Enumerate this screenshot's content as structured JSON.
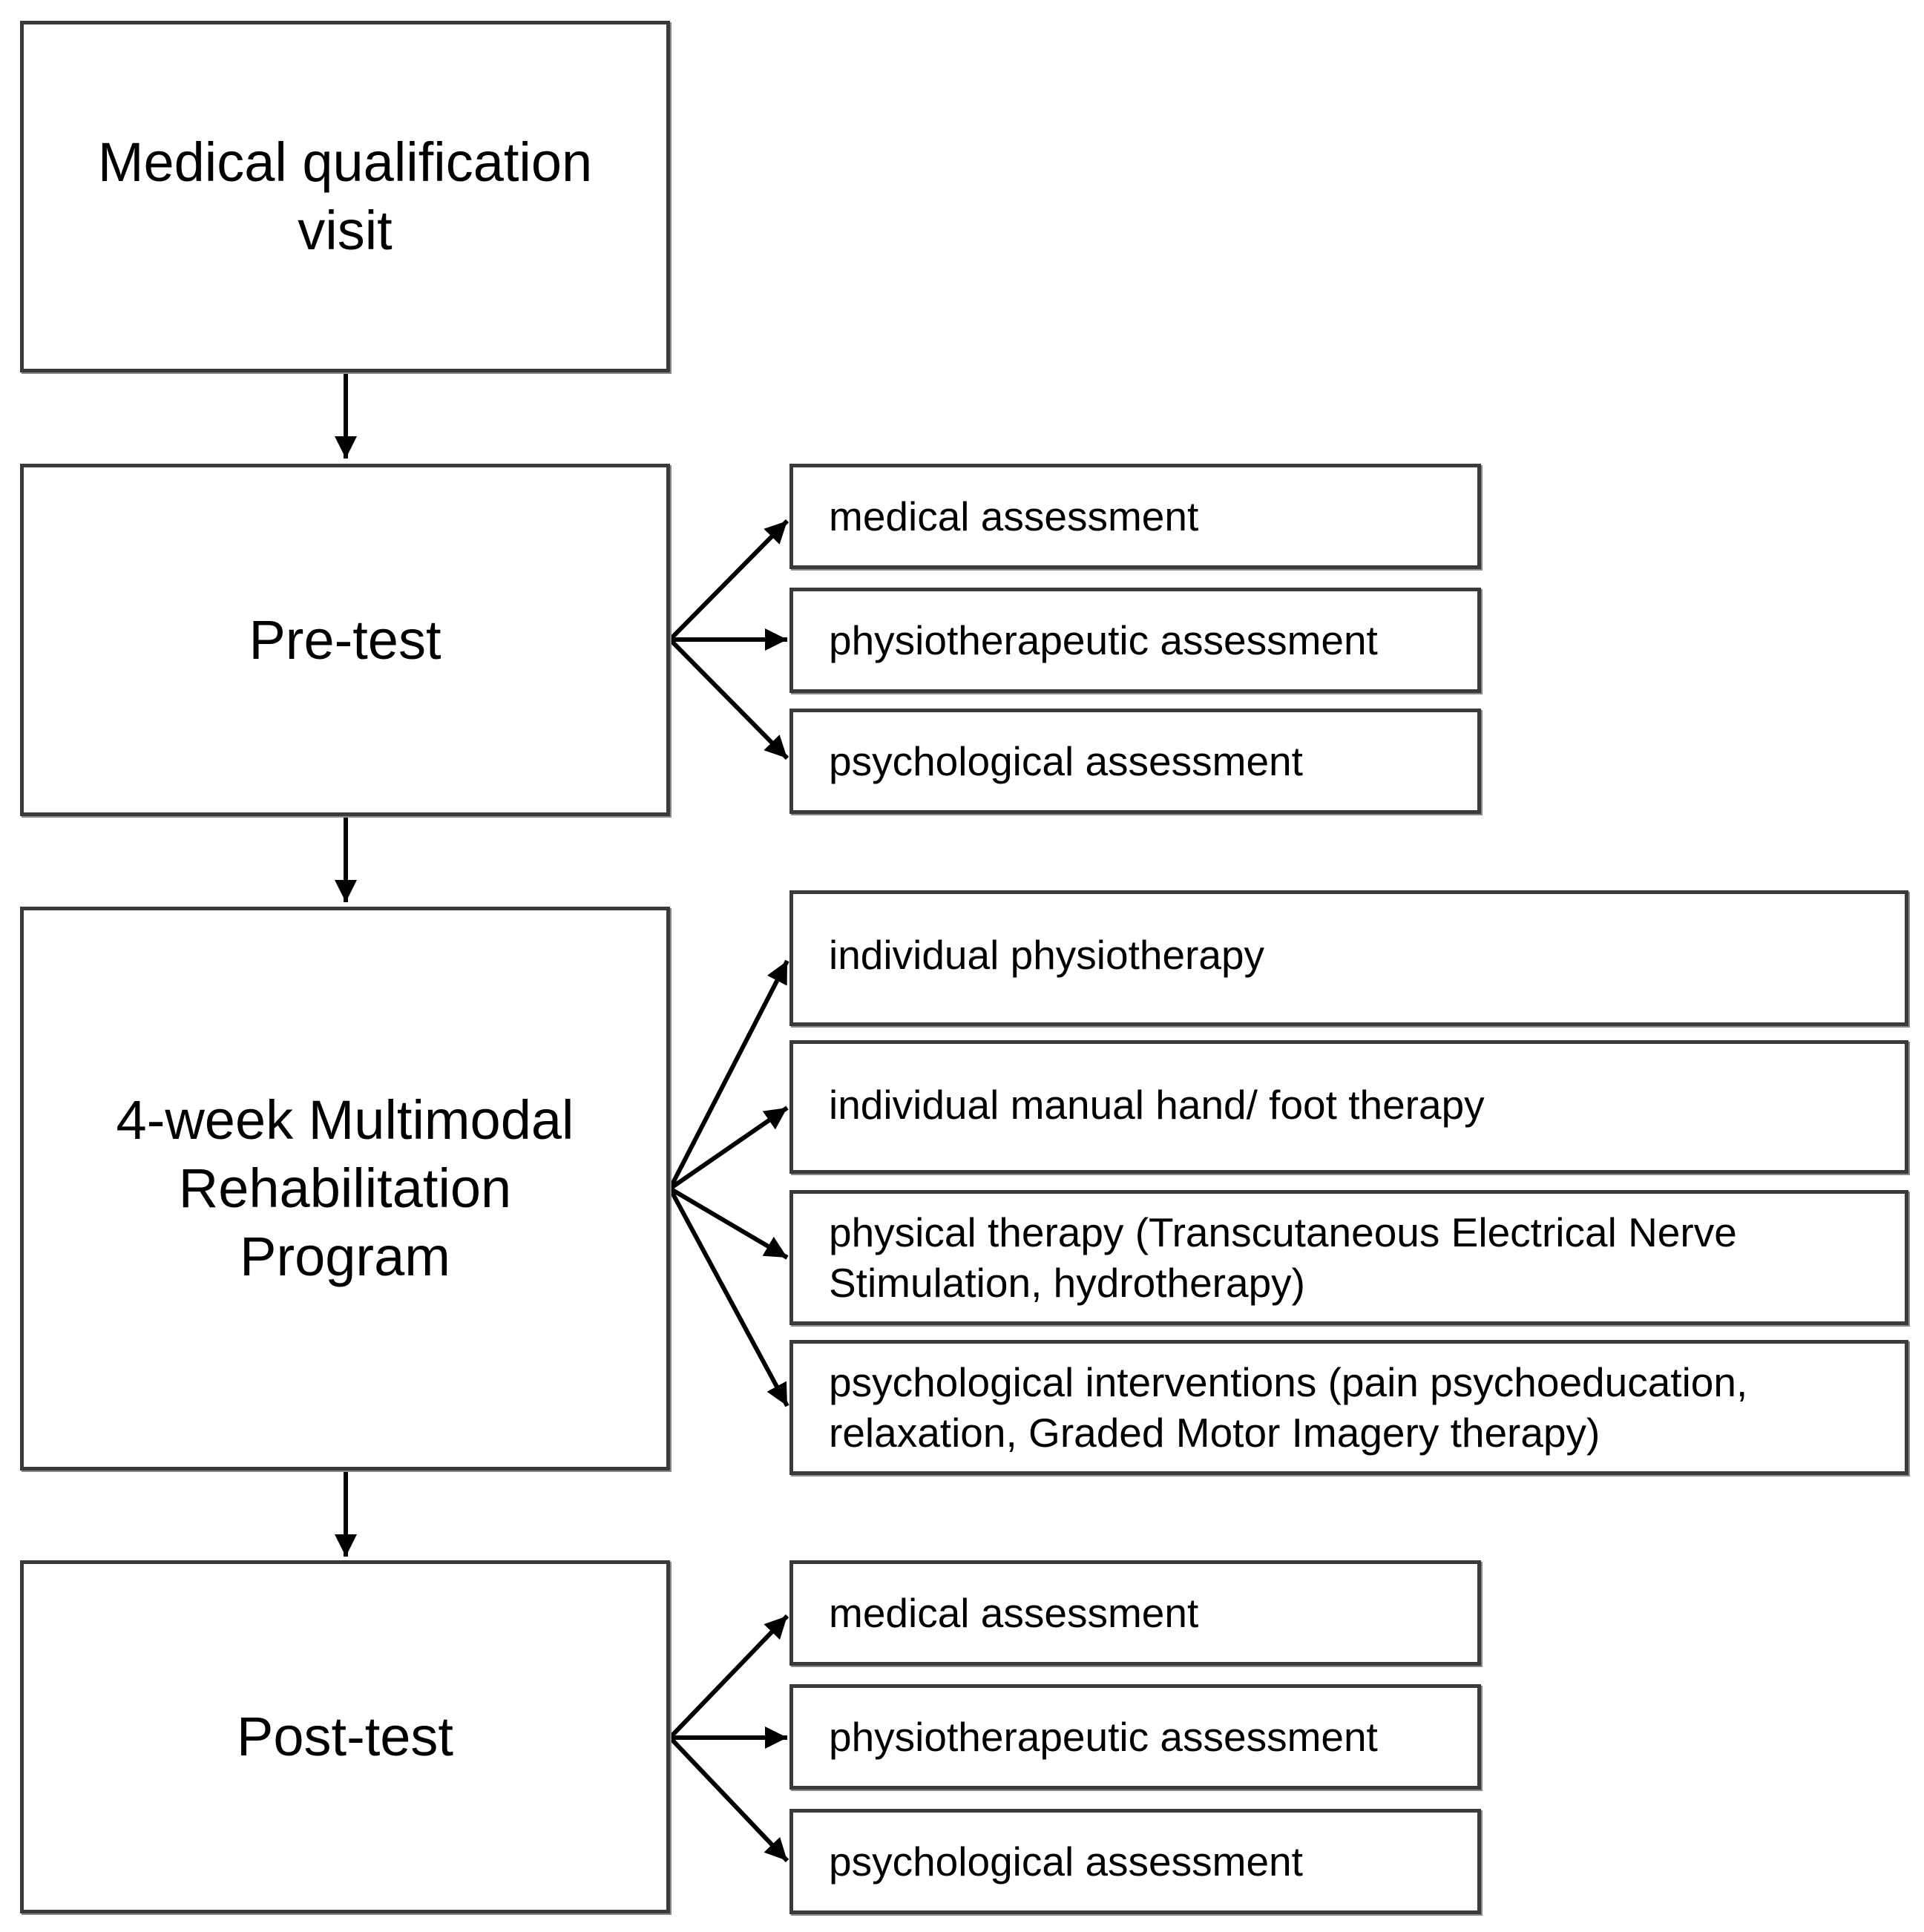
{
  "stages": {
    "qualification": "Medical qualification\nvisit",
    "pretest": "Pre-test",
    "program": "4-week Multimodal\nRehabilitation\nProgram",
    "posttest": "Post-test"
  },
  "pretest_items": [
    "medical assessment",
    "physiotherapeutic assessment",
    "psychological assessment"
  ],
  "program_items": [
    "individual physiotherapy",
    "individual manual hand/ foot therapy",
    "physical therapy (Transcutaneous Electrical Nerve\nStimulation, hydrotherapy)",
    "psychological interventions (pain psychoeducation,\nrelaxation, Graded Motor Imagery therapy)"
  ],
  "posttest_items": [
    "medical assessment",
    "physiotherapeutic assessment",
    "psychological assessment"
  ]
}
